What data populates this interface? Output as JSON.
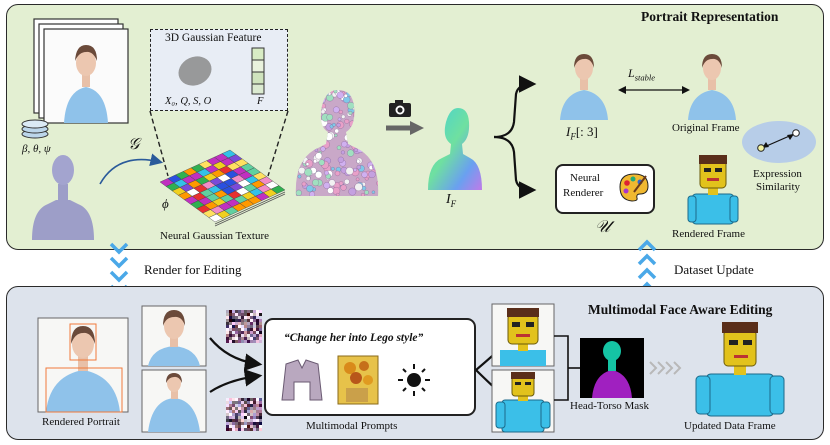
{
  "top_panel": {
    "title": "Portrait Representation",
    "params_label": "β, θ, ψ",
    "mapping_label": "𝒢",
    "phi_label": "ϕ",
    "feature_box": {
      "title": "3D Gaussian Feature",
      "params": "X₀, Q, S, O",
      "f_label": "F"
    },
    "texture_caption": "Neural Gaussian Texture",
    "if_label": "I",
    "if_sub": "F",
    "if3_label": "I",
    "if3_sub": "F",
    "if3_suffix": "[: 3]",
    "lstable_label": "L",
    "lstable_sub": "stable",
    "original_caption": "Original Frame",
    "expression_caption_line1": "Expression",
    "expression_caption_line2": "Similarity",
    "neural_renderer_line1": "Neural",
    "neural_renderer_line2": "Renderer",
    "u_label": "𝒰",
    "rendered_frame_caption": "Rendered Frame"
  },
  "between": {
    "render_for_editing": "Render for Editing",
    "dataset_update": "Dataset Update"
  },
  "bottom_panel": {
    "title": "Multimodal Face Aware Editing",
    "rendered_portrait_caption": "Rendered Portrait",
    "prompt_text": "“Change her into Lego style”",
    "multimodal_caption": "Multimodal Prompts",
    "mask_caption": "Head-Torso Mask",
    "updated_caption": "Updated Data Frame"
  },
  "colors": {
    "top_bg": "#e3efd2",
    "bottom_bg": "#dde3ec",
    "chevron_blue": "#4aa8e8",
    "mask_bg": "#000000",
    "mask_head": "#15c4a4",
    "mask_torso": "#a020c0",
    "lego_yellow": "#e2c21c",
    "lego_blue": "#3bbfe8",
    "shirt_blue": "#8fc2ea"
  }
}
